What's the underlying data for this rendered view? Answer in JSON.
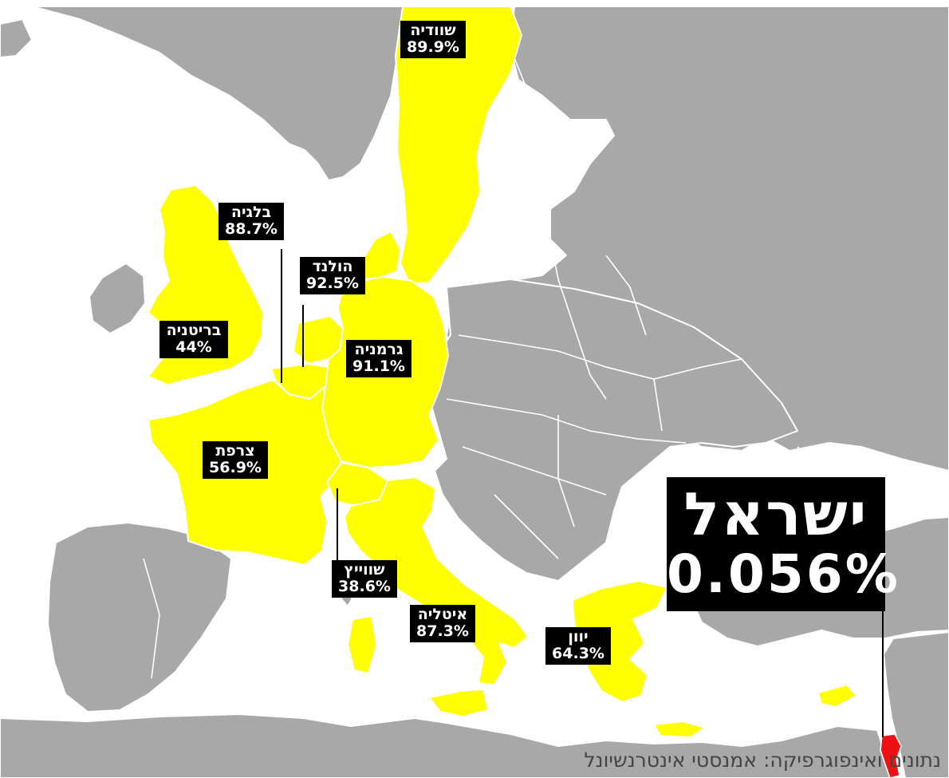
{
  "colors": {
    "sea": "#ffffff",
    "land": "#a8a8a8",
    "highlight": "#ffff00",
    "israel": "#ee1111",
    "label_bg": "#000000",
    "label_text": "#ffffff"
  },
  "countries": [
    {
      "name": "שוודיה",
      "value": "89.9%"
    },
    {
      "name": "בלגיה",
      "value": "88.7%"
    },
    {
      "name": "הולנד",
      "value": "92.5%"
    },
    {
      "name": "בריטניה",
      "value": "44%"
    },
    {
      "name": "גרמניה",
      "value": "91.1%"
    },
    {
      "name": "צרפת",
      "value": "56.9%"
    },
    {
      "name": "שווייץ",
      "value": "38.6%"
    },
    {
      "name": "איטליה",
      "value": "87.3%"
    },
    {
      "name": "יוון",
      "value": "64.3%"
    }
  ],
  "israel": {
    "name": "ישראל",
    "value": "0.056%"
  },
  "credit": "נתונים ואינפוגרפיקה: אמנסטי אינטרנשיונל"
}
